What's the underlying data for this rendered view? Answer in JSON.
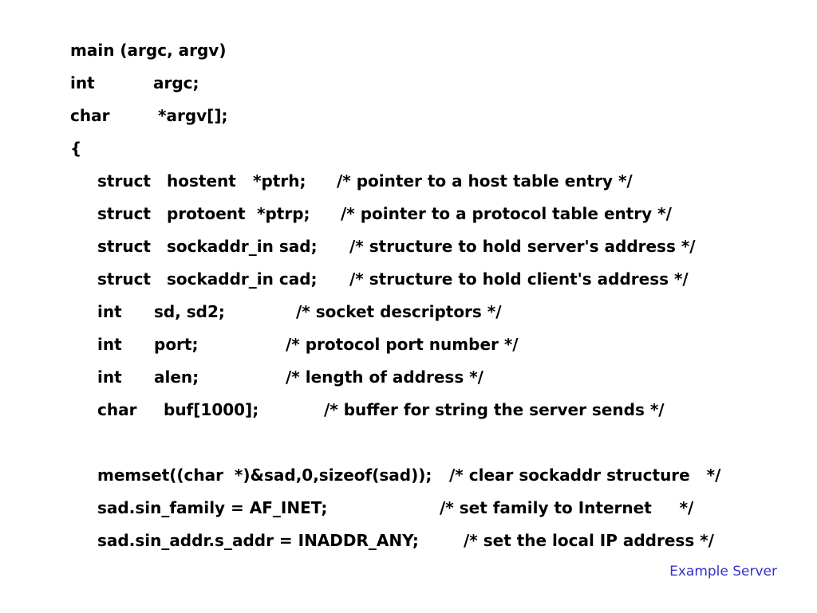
{
  "code": {
    "header": {
      "main_sig": "main (argc, argv)",
      "int_kw": "int",
      "argc_decl": "argc;",
      "char_kw": "char",
      "argv_decl": "*argv[];",
      "open_brace": "{"
    },
    "struct_decls": [
      {
        "kw": "struct",
        "type": "hostent",
        "var": "*ptrh;",
        "comment": "/* pointer to a host table entry */"
      },
      {
        "kw": "struct",
        "type": "protoent",
        "var": "*ptrp;",
        "comment": "/* pointer to a protocol table entry */"
      },
      {
        "kw": "struct",
        "type": "sockaddr_in sad;",
        "var": "",
        "comment": "/* structure to hold server's address */"
      },
      {
        "kw": "struct",
        "type": "sockaddr_in cad;",
        "var": "",
        "comment": "/* structure to hold client's address */"
      }
    ],
    "var_decls": [
      {
        "kw": "int",
        "var": "sd, sd2;",
        "comment": "/* socket descriptors */"
      },
      {
        "kw": "int",
        "var": "port;",
        "comment": "/* protocol port number */"
      },
      {
        "kw": "int",
        "var": "alen;",
        "comment": "/* length of address */"
      },
      {
        "kw": "char",
        "var": "buf[1000];",
        "comment": "/* buffer for string the server sends */"
      }
    ],
    "statements": [
      {
        "code": "memset((char  *)&sad,0,sizeof(sad));",
        "comment": "/* clear sockaddr structure   */"
      },
      {
        "code": "sad.sin_family = AF_INET;",
        "comment": "/* set family to Internet     */"
      },
      {
        "code": "sad.sin_addr.s_addr = INADDR_ANY;",
        "comment": "/* set the local IP address */"
      }
    ]
  },
  "footer": {
    "label": "Example Server"
  },
  "colors": {
    "text": "#000000",
    "footer": "#3333cc",
    "background": "#ffffff"
  }
}
